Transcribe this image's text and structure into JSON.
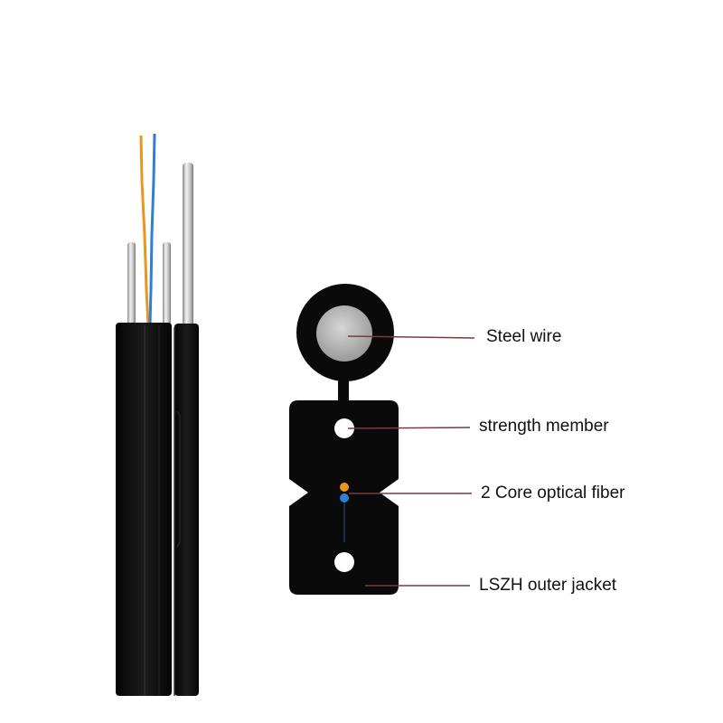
{
  "labels": {
    "steel_wire": "Steel wire",
    "strength_member": "strength member",
    "optical_fiber": "2 Core optical fiber",
    "outer_jacket": "LSZH outer jacket"
  },
  "colors": {
    "jacket": "#0a0a0a",
    "steel": "#b8b8b8",
    "fiber_orange": "#e8961e",
    "fiber_blue": "#2f7fd6",
    "leader_line": "#7a3b3b"
  }
}
